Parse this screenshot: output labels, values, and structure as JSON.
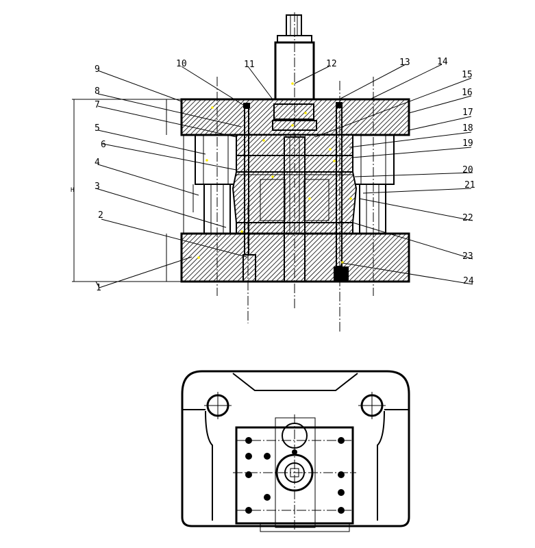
{
  "callouts": [
    {
      "n": "1"
    },
    {
      "n": "2"
    },
    {
      "n": "3"
    },
    {
      "n": "4"
    },
    {
      "n": "5"
    },
    {
      "n": "6"
    },
    {
      "n": "7"
    },
    {
      "n": "8"
    },
    {
      "n": "9"
    },
    {
      "n": "10"
    },
    {
      "n": "11"
    },
    {
      "n": "12"
    },
    {
      "n": "13"
    },
    {
      "n": "14"
    },
    {
      "n": "15"
    },
    {
      "n": "16"
    },
    {
      "n": "17"
    },
    {
      "n": "18"
    },
    {
      "n": "19"
    },
    {
      "n": "20"
    },
    {
      "n": "21"
    },
    {
      "n": "22"
    },
    {
      "n": "23"
    },
    {
      "n": "24"
    }
  ],
  "dimensions": {
    "overall_height": "H"
  }
}
